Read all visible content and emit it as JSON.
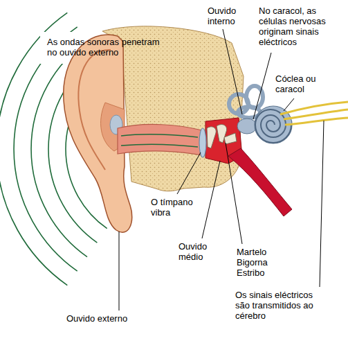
{
  "diagram": {
    "labels": [
      "As ondas sonoras penetram no ouvido externo",
      "Ouvido interno",
      "No caracol, as células nervosas originam sinais eléctricos",
      "Cóclea ou caracol",
      "O tímpano vibra",
      "Ouvido médio",
      "Martelo",
      "Bigorna",
      "Estribo",
      "Os sinais eléctricos são transmitidos ao cérebro",
      "Ouvido externo"
    ]
  }
}
